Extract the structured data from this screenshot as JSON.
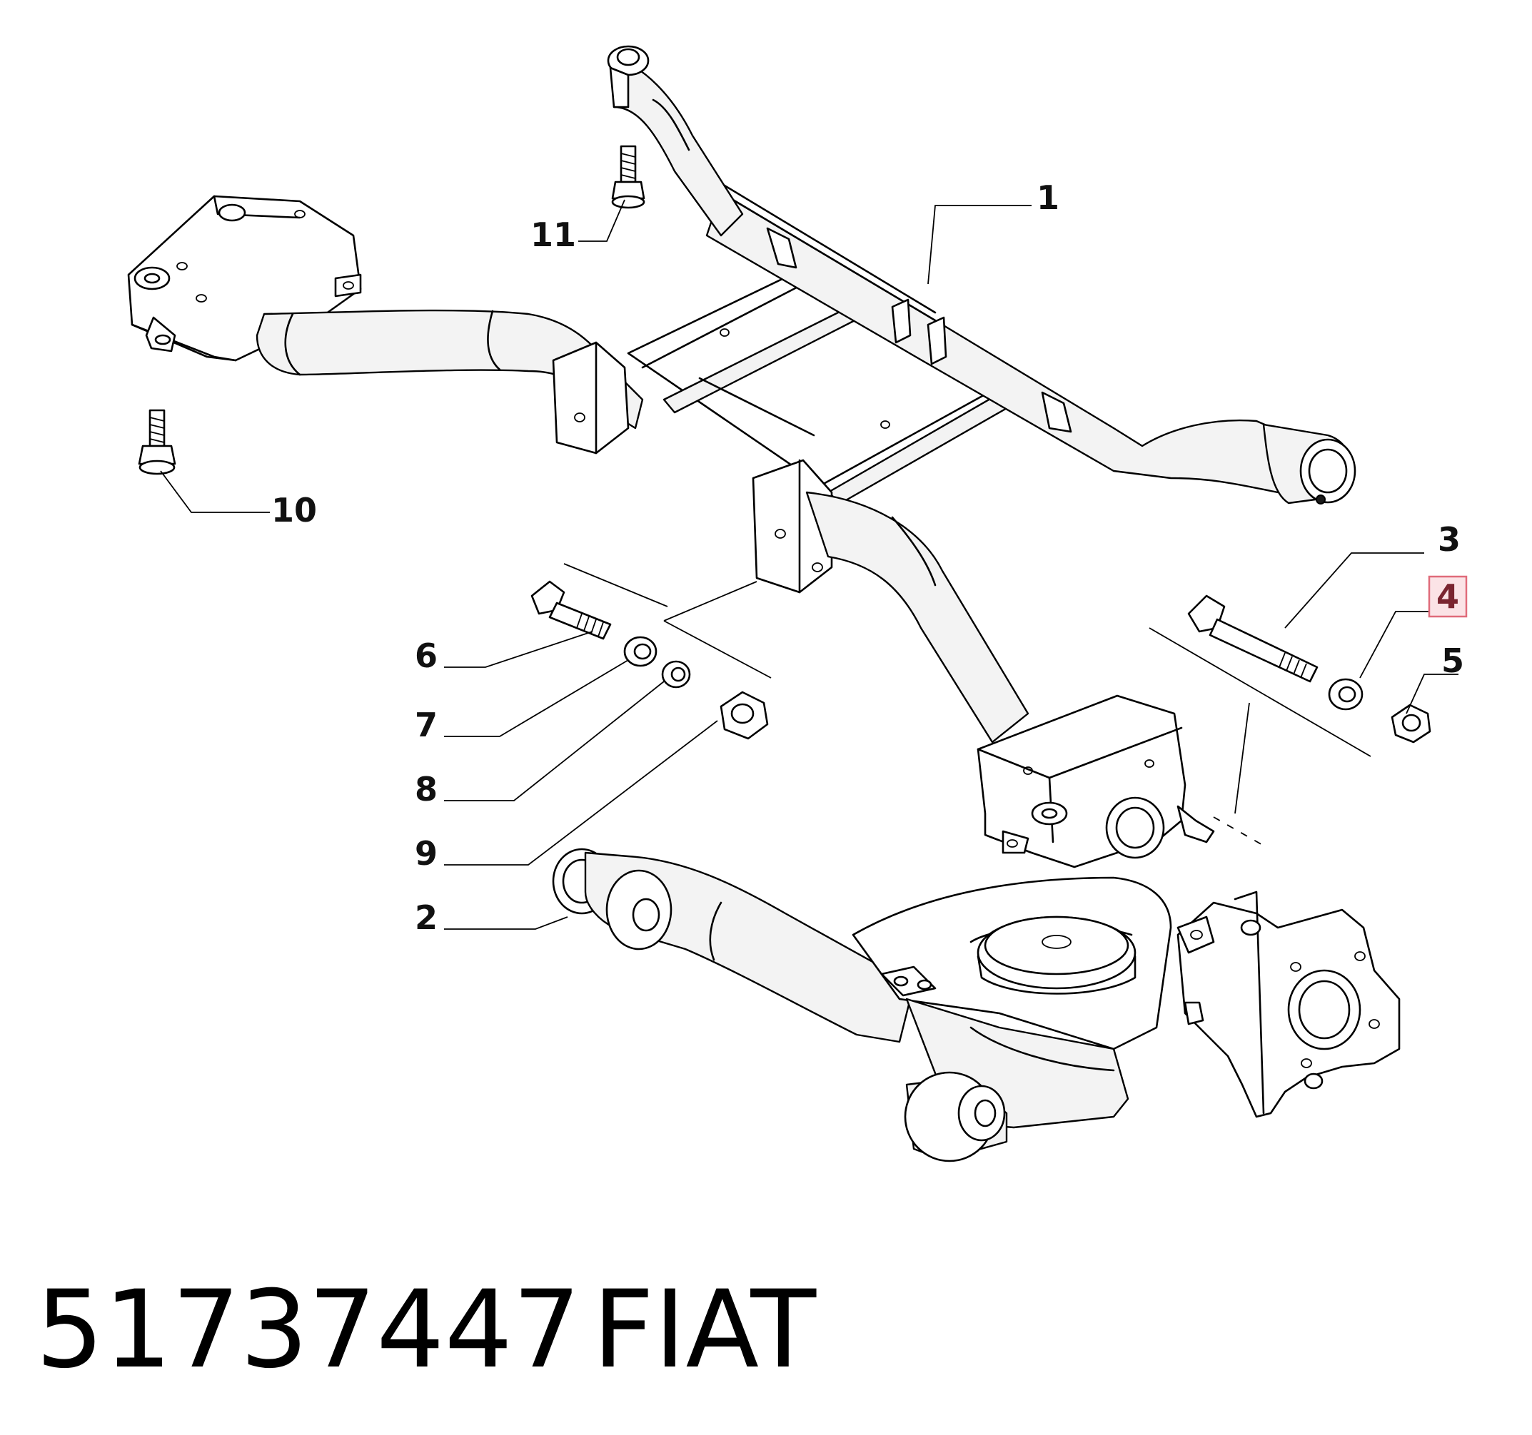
{
  "callouts": {
    "c1": "1",
    "c2": "2",
    "c3": "3",
    "c4": "4",
    "c5": "5",
    "c6": "6",
    "c7": "7",
    "c8": "8",
    "c9": "9",
    "c10": "10",
    "c11": "11"
  },
  "highlight": {
    "callout": "4",
    "border_color": "#e06b7a",
    "fill_color": "#fbe3e6"
  },
  "footer": {
    "part_number": "51737447",
    "brand": "FIAT"
  }
}
